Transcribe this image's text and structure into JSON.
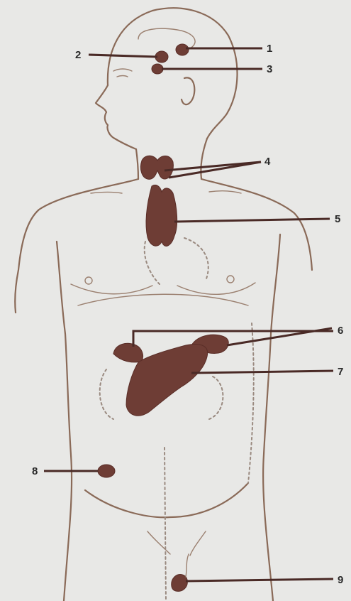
{
  "labels": {
    "n1": "1",
    "n2": "2",
    "n3": "3",
    "n4": "4",
    "n5": "5",
    "n6": "6",
    "n7": "7",
    "n8": "8",
    "n9": "9"
  },
  "colors": {
    "background": "#e8e8e6",
    "outline": "#8a6a58",
    "organ": "#6e3d35",
    "leader": "#4a2a26"
  }
}
